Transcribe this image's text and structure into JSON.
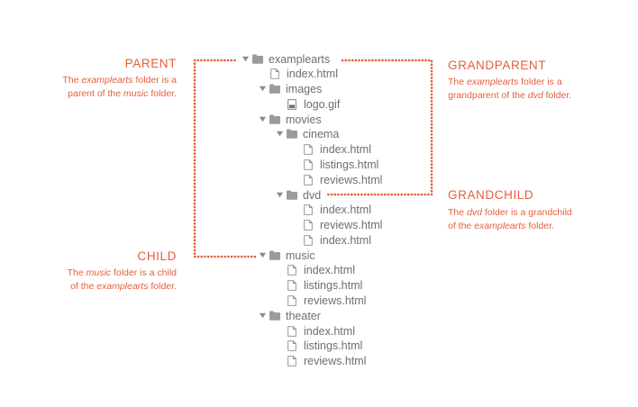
{
  "tree": {
    "root": "examplearts",
    "root_index": "index.html",
    "images": "images",
    "logo": "logo.gif",
    "movies": "movies",
    "cinema": "cinema",
    "cinema_files": [
      "index.html",
      "listings.html",
      "reviews.html"
    ],
    "dvd": "dvd",
    "dvd_files": [
      "index.html",
      "reviews.html",
      "index.html"
    ],
    "music": "music",
    "music_files": [
      "index.html",
      "listings.html",
      "reviews.html"
    ],
    "theater": "theater",
    "theater_files": [
      "index.html",
      "listings.html",
      "reviews.html"
    ]
  },
  "labels": {
    "parent": {
      "title": "PARENT",
      "line1_a": "The ",
      "line1_em": "examplearts",
      "line1_b": " folder is a",
      "line2_a": "parent of the ",
      "line2_em": "music",
      "line2_b": " folder."
    },
    "child": {
      "title": "CHILD",
      "line1_a": "The ",
      "line1_em": "music",
      "line1_b": " folder is a child",
      "line2_a": "of the ",
      "line2_em": "examplearts",
      "line2_b": " folder."
    },
    "grandparent": {
      "title": "GRANDPARENT",
      "line1_a": "The ",
      "line1_em": "examplearts",
      "line1_b": " folder is a",
      "line2_a": "grandparent of the ",
      "line2_em": "dvd",
      "line2_b": " folder."
    },
    "grandchild": {
      "title": "GRANDCHILD",
      "line1_a": "The ",
      "line1_em": "dvd",
      "line1_b": " folder is a grandchild",
      "line2_a": "of the ",
      "line2_em": "examplearts",
      "line2_b": " folder."
    }
  },
  "colors": {
    "accent": "#e45f3c",
    "text": "#6d6e71",
    "icon": "#8a8b8e"
  }
}
